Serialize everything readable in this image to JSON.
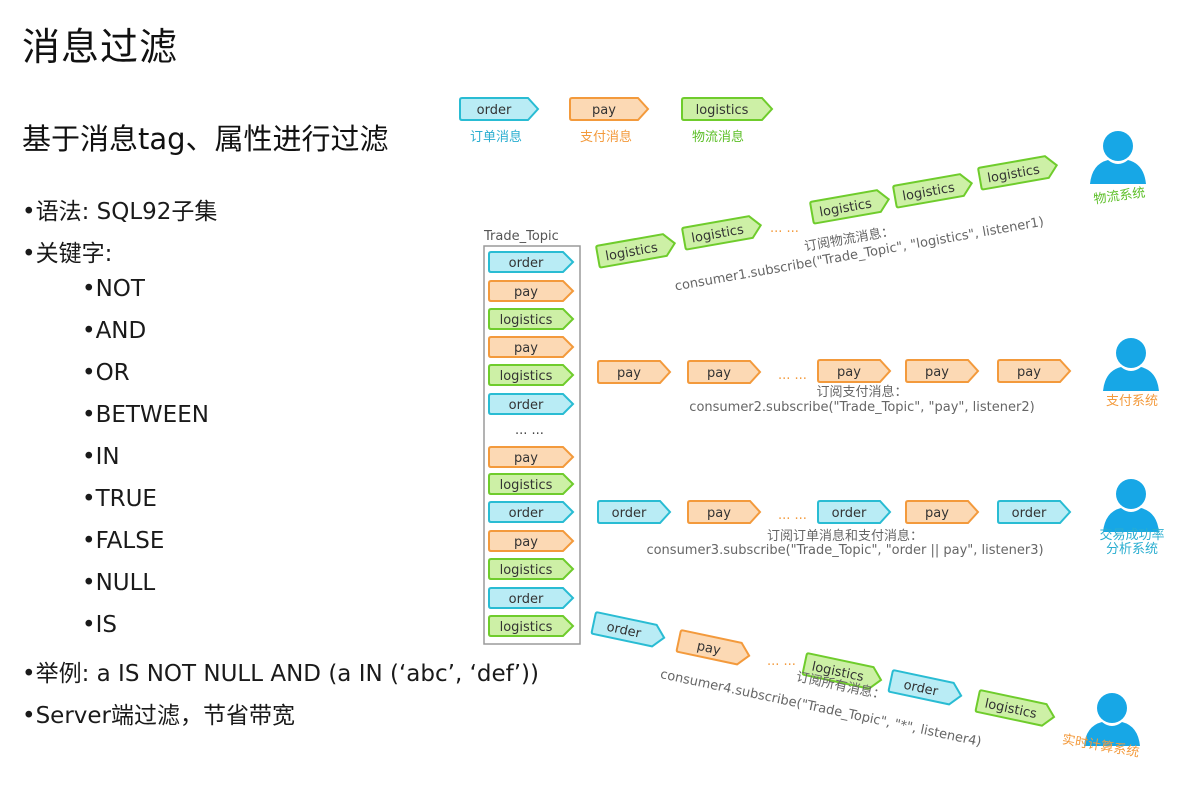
{
  "title": "消息过滤",
  "subtitle": "基于消息tag、属性进行过滤",
  "bullets": [
    {
      "text": "•语法: SQL92子集",
      "indent": 0
    },
    {
      "text": "•关键字:",
      "indent": 0
    },
    {
      "text": "•NOT",
      "indent": 1
    },
    {
      "text": "•AND",
      "indent": 1
    },
    {
      "text": "•OR",
      "indent": 1
    },
    {
      "text": "•BETWEEN",
      "indent": 1
    },
    {
      "text": "•IN",
      "indent": 1
    },
    {
      "text": "•TRUE",
      "indent": 1
    },
    {
      "text": "•FALSE",
      "indent": 1
    },
    {
      "text": "•NULL",
      "indent": 1
    },
    {
      "text": "•IS",
      "indent": 1
    },
    {
      "text": "•举例: a IS NOT NULL AND (a IN (‘abc’, ‘def’))",
      "indent": 0
    },
    {
      "text": "•Server端过滤，节省带宽",
      "indent": 0
    }
  ],
  "colors": {
    "order": {
      "fill": "#b9ecf5",
      "stroke": "#29bcd3",
      "label": "#2aaed0"
    },
    "pay": {
      "fill": "#fcd9b4",
      "stroke": "#f39a3c",
      "label": "#f39a3c"
    },
    "logistics": {
      "fill": "#cdf0a6",
      "stroke": "#6fcc2c",
      "label": "#5cbf27"
    },
    "user": "#17a7e6"
  },
  "legend": [
    {
      "tag": "order",
      "label": "订单消息"
    },
    {
      "tag": "pay",
      "label": "支付消息"
    },
    {
      "tag": "logistics",
      "label": "物流消息"
    }
  ],
  "topic": {
    "name": "Trade_Topic",
    "items": [
      "order",
      "pay",
      "logistics",
      "pay",
      "logistics",
      "order",
      "... ...",
      "pay",
      "logistics",
      "order",
      "pay",
      "logistics",
      "order",
      "logistics"
    ]
  },
  "consumers": [
    {
      "items": [
        "logistics",
        "logistics",
        "... ...",
        "logistics",
        "logistics",
        "logistics"
      ],
      "caption": "订阅物流消息：",
      "code": "consumer1.subscribe(\"Trade_Topic\", \"logistics\", listener1)",
      "system": "物流系统",
      "system_tag": "logistics"
    },
    {
      "items": [
        "pay",
        "pay",
        "... ...",
        "pay",
        "pay",
        "pay"
      ],
      "caption": "订阅支付消息：",
      "code": "consumer2.subscribe(\"Trade_Topic\", \"pay\", listener2)",
      "system": "支付系统",
      "system_tag": "pay"
    },
    {
      "items": [
        "order",
        "pay",
        "... ...",
        "order",
        "pay",
        "order"
      ],
      "caption": "订阅订单消息和支付消息：",
      "code": "consumer3.subscribe(\"Trade_Topic\", \"order || pay\", listener3)",
      "system": "交易成功率\n分析系统",
      "system_tag": "order"
    },
    {
      "items": [
        "order",
        "pay",
        "... ...",
        "logistics",
        "order",
        "logistics"
      ],
      "caption": "订阅所有消息：",
      "code": "consumer4.subscribe(\"Trade_Topic\", \"*\", listener4)",
      "system": "实时计算系统",
      "system_tag": "pay"
    }
  ]
}
